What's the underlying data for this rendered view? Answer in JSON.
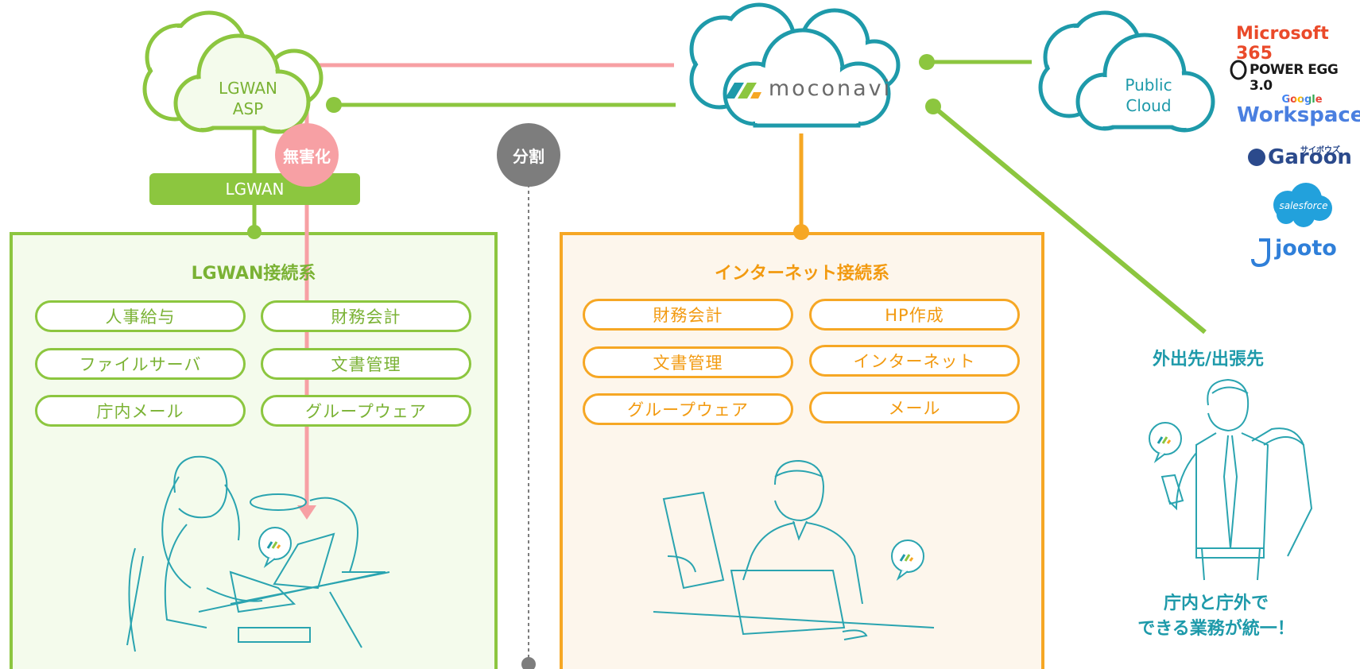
{
  "clouds": {
    "lgwan_asp": {
      "line1": "LGWAN",
      "line2": "ASP"
    },
    "moconavi": {
      "wordmark": "moconavi"
    },
    "public_cloud": {
      "line1": "Public",
      "line2": "Cloud"
    }
  },
  "badges": {
    "sanitize": "無害化",
    "split": "分割"
  },
  "lgwan_bar": "LGWAN",
  "lgwan_panel": {
    "title": "LGWAN接続系",
    "items": [
      "人事給与",
      "財務会計",
      "ファイルサーバ",
      "文書管理",
      "庁内メール",
      "グループウェア"
    ]
  },
  "internet_panel": {
    "title": "インターネット接続系",
    "items": [
      "財務会計",
      "HP作成",
      "文書管理",
      "インターネット",
      "グループウェア",
      "メール"
    ]
  },
  "remote": {
    "title": "外出先/出張先",
    "caption_line1": "庁内と庁外で",
    "caption_line2": "できる業務が統一！"
  },
  "services": {
    "microsoft": "Microsoft 365",
    "power_egg": "POWER EGG 3.0",
    "google_top": "Google",
    "google_main": "Workspace",
    "garoon_sub": "サイボウズ",
    "garoon": "Garoon",
    "salesforce": "salesforce",
    "jooto": "jooto"
  },
  "colors": {
    "green": "#8cc63f",
    "green_light_bg": "#f4fbec",
    "orange": "#f6a724",
    "orange_light_bg": "#fdf6ec",
    "pink": "#f7a0a4",
    "teal": "#1e9aaa",
    "gray": "#7d7d7d"
  }
}
